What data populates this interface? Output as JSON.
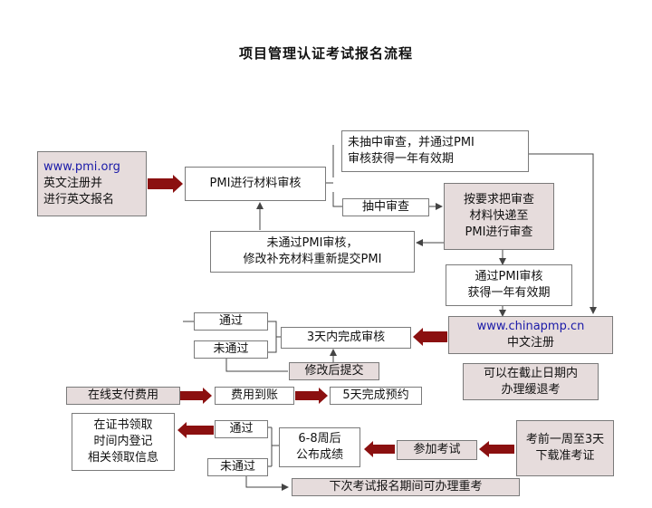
{
  "title": "项目管理认证考试报名流程",
  "nodes": {
    "pmi_site": {
      "link": "www.pmi.org",
      "line1": "英文注册并",
      "line2": "进行英文报名"
    },
    "pmi_review": {
      "text": "PMI进行材料审核"
    },
    "not_selected": {
      "line1": "未抽中审查，并通过PMI",
      "line2": "审核获得一年有效期"
    },
    "selected": {
      "text": "抽中审查"
    },
    "mail_materials": {
      "line1": "按要求把审查",
      "line2": "材料快递至",
      "line3": "PMI进行审查"
    },
    "failed_review": {
      "line1": "未通过PMI审核，",
      "line2": "修改补充材料重新提交PMI"
    },
    "passed_review": {
      "line1": "通过PMI审核",
      "line2": "获得一年有效期"
    },
    "chinapmp": {
      "link": "www.chinapmp.cn",
      "line2": "中文注册"
    },
    "can_defer": {
      "line1": "可以在截止日期内",
      "line2": "办理缓退考"
    },
    "review_3days": {
      "text": "3天内完成审核"
    },
    "pass_1": {
      "text": "通过"
    },
    "fail_1": {
      "text": "未通过"
    },
    "resubmit": {
      "text": "修改后提交"
    },
    "online_pay": {
      "text": "在线支付费用"
    },
    "fee_received": {
      "text": "费用到账"
    },
    "booking_5days": {
      "text": "5天完成预约"
    },
    "admit_card": {
      "line1": "考前一周至3天",
      "line2": "下载准考证"
    },
    "take_exam": {
      "text": "参加考试"
    },
    "results": {
      "line1": "6-8周后",
      "line2": "公布成绩"
    },
    "pass_2": {
      "text": "通过"
    },
    "fail_2": {
      "text": "未通过"
    },
    "certificate": {
      "line1": "在证书领取",
      "line2": "时间内登记",
      "line3": "相关领取信息"
    },
    "retake": {
      "text": "下次考试报名期间可办理重考"
    }
  },
  "colors": {
    "gray_box": "#e6dcdc",
    "red_arrow": "#8b1010",
    "line": "#444444",
    "link": "#1a1aa8"
  }
}
